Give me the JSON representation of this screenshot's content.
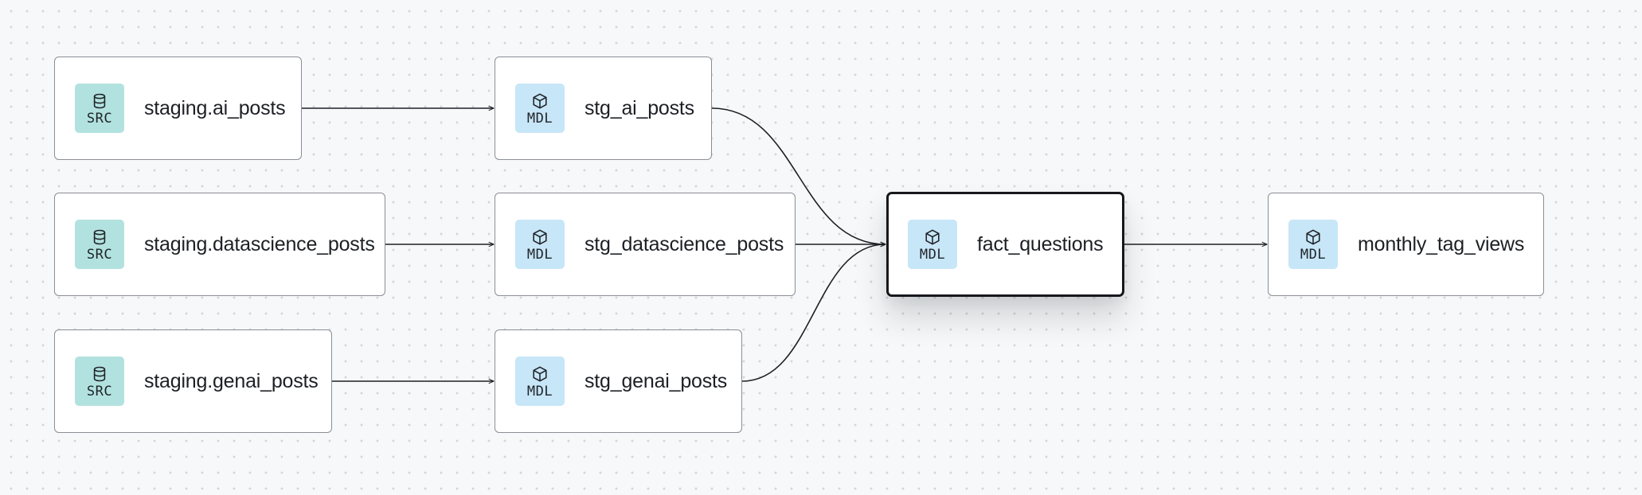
{
  "colors": {
    "src_badge_bg": "#b2e2df",
    "mdl_badge_bg": "#c7e6f8",
    "edge": "#1d2024"
  },
  "nodes": {
    "src_ai": {
      "label": "staging.ai_posts",
      "badge": "SRC",
      "icon": "database-icon"
    },
    "src_ds": {
      "label": "staging.datascience_posts",
      "badge": "SRC",
      "icon": "database-icon"
    },
    "src_genai": {
      "label": "staging.genai_posts",
      "badge": "SRC",
      "icon": "database-icon"
    },
    "stg_ai": {
      "label": "stg_ai_posts",
      "badge": "MDL",
      "icon": "cube-icon"
    },
    "stg_ds": {
      "label": "stg_datascience_posts",
      "badge": "MDL",
      "icon": "cube-icon"
    },
    "stg_genai": {
      "label": "stg_genai_posts",
      "badge": "MDL",
      "icon": "cube-icon"
    },
    "fact": {
      "label": "fact_questions",
      "badge": "MDL",
      "icon": "cube-icon",
      "selected": true
    },
    "monthly": {
      "label": "monthly_tag_views",
      "badge": "MDL",
      "icon": "cube-icon"
    }
  },
  "edges": [
    {
      "from": "src_ai",
      "to": "stg_ai"
    },
    {
      "from": "src_ds",
      "to": "stg_ds"
    },
    {
      "from": "src_genai",
      "to": "stg_genai"
    },
    {
      "from": "stg_ai",
      "to": "fact"
    },
    {
      "from": "stg_ds",
      "to": "fact"
    },
    {
      "from": "stg_genai",
      "to": "fact"
    },
    {
      "from": "fact",
      "to": "monthly"
    }
  ]
}
